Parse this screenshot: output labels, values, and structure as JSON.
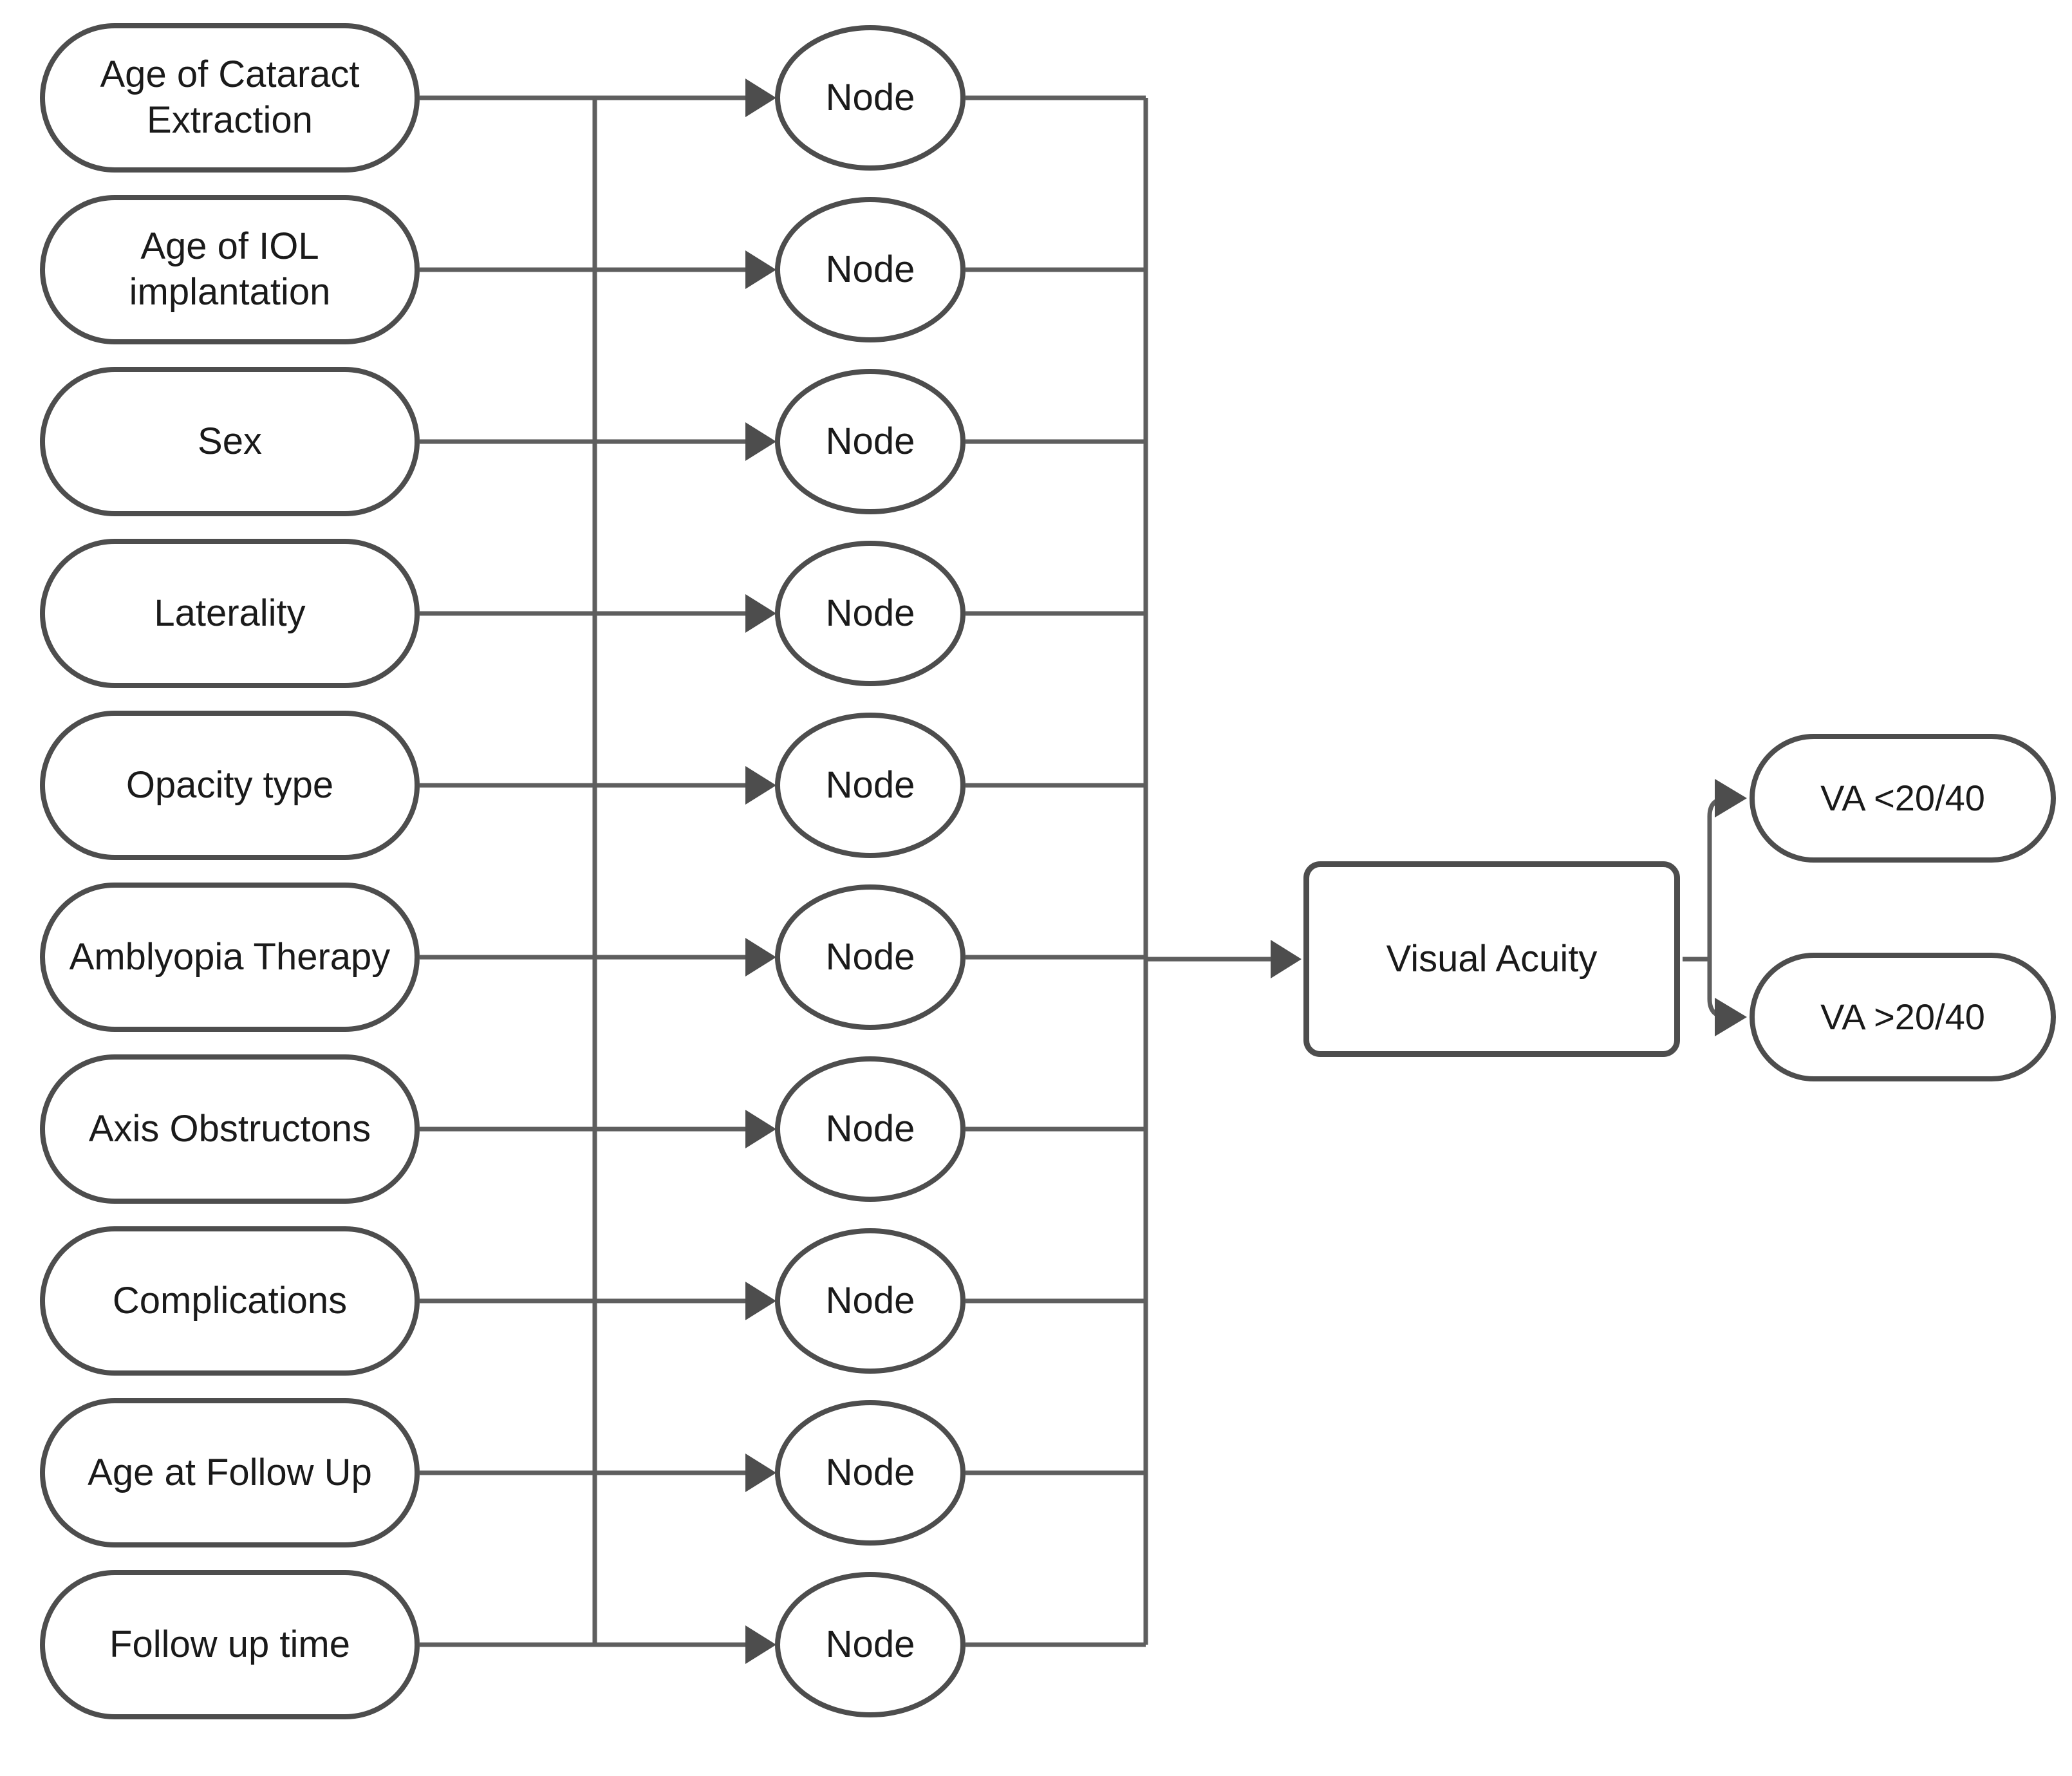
{
  "diagram": {
    "type": "neural-network-flow",
    "inputs": [
      {
        "label": "Age of Cataract Extraction"
      },
      {
        "label": "Age of IOL implantation"
      },
      {
        "label": "Sex"
      },
      {
        "label": "Laterality"
      },
      {
        "label": "Opacity type"
      },
      {
        "label": "Amblyopia Therapy"
      },
      {
        "label": "Axis Obstructons"
      },
      {
        "label": "Complications"
      },
      {
        "label": "Age at Follow Up"
      },
      {
        "label": "Follow up time"
      }
    ],
    "hidden_nodes": [
      {
        "label": "Node"
      },
      {
        "label": "Node"
      },
      {
        "label": "Node"
      },
      {
        "label": "Node"
      },
      {
        "label": "Node"
      },
      {
        "label": "Node"
      },
      {
        "label": "Node"
      },
      {
        "label": "Node"
      },
      {
        "label": "Node"
      },
      {
        "label": "Node"
      }
    ],
    "output_node": {
      "label": "Visual Acuity"
    },
    "outcomes": [
      {
        "label": "VA <20/40"
      },
      {
        "label": "VA >20/40"
      }
    ],
    "colors": {
      "shape_border": "#4d4d4d",
      "connector": "#5e5e5e",
      "arrow": "#4d4d4d",
      "text": "#1a1a1a",
      "fill": "#ffffff",
      "background": "#ffffff"
    }
  }
}
